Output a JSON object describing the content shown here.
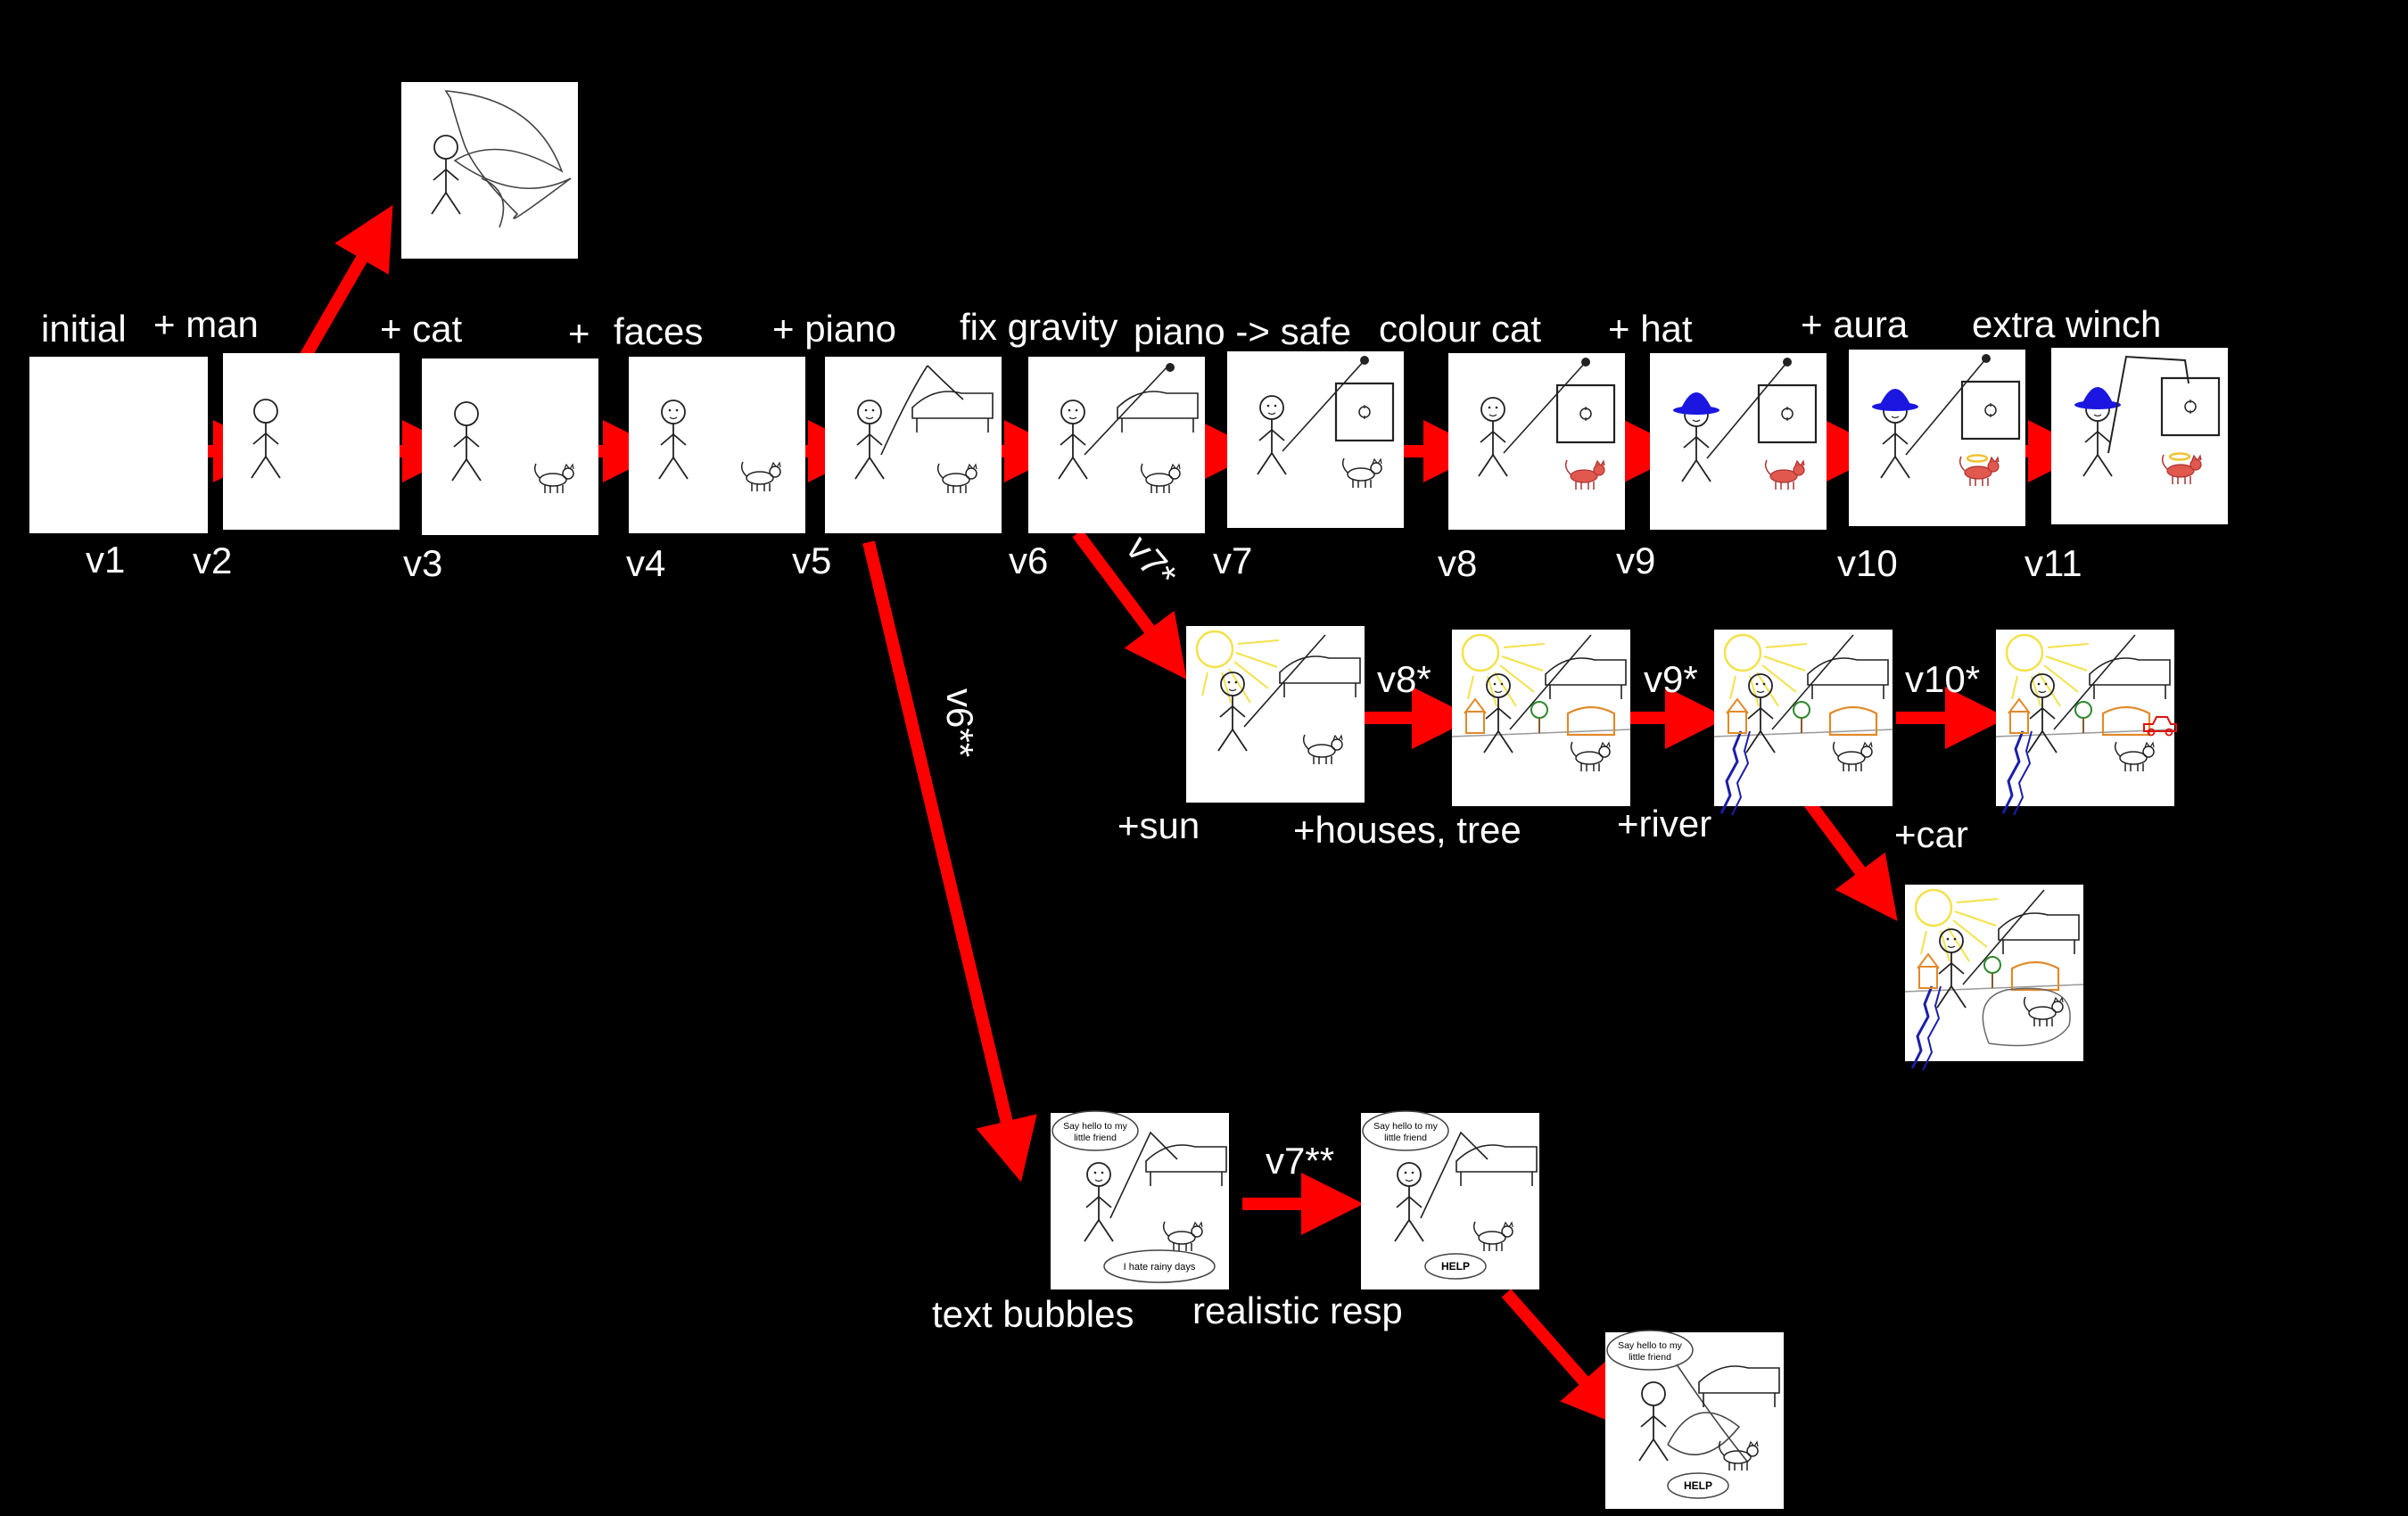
{
  "diagram": {
    "type": "version-history-tree",
    "background_color": "#000000",
    "arrow_color": "#ff0000",
    "stage_labels": {
      "initial": "initial",
      "man": "+ man",
      "cat": "+ cat",
      "faces_plus": "+",
      "faces": "faces",
      "piano": "+ piano",
      "fix_gravity": "fix gravity",
      "piano_safe": "piano -> safe",
      "colour_cat": "colour cat",
      "hat": "+ hat",
      "aura": "+ aura",
      "extra_winch": "extra winch"
    },
    "version_labels": {
      "v1": "v1",
      "v2": "v2",
      "v3": "v3",
      "v4": "v4",
      "v5": "v5",
      "v6": "v6",
      "v7": "v7",
      "v8": "v8",
      "v9": "v9",
      "v10": "v10",
      "v11": "v11",
      "v7s": "v7*",
      "v8s": "v8*",
      "v9s": "v9*",
      "v10s": "v10*",
      "v6ss": "v6**",
      "v7ss": "v7**"
    },
    "branch_labels": {
      "sun": "+sun",
      "houses_tree": "+houses, tree",
      "river": "+river",
      "car": "+car",
      "text_bubbles": "text bubbles",
      "realistic_resp": "realistic resp"
    },
    "panel_text": {
      "say_hello_1": "Say hello to my",
      "say_hello_2": "little friend",
      "hate_rain": "I hate rainy days",
      "help": "HELP"
    },
    "element_colors": {
      "hat": "#1b17e0",
      "cat": "#e0584e",
      "sun": "#f3e24a",
      "house": "#e08a2a",
      "tree": "#2d8a2d",
      "river": "#1b1fa8",
      "car": "#dd1111",
      "aura": "#f1c232",
      "help_text": "#cc0000"
    }
  }
}
